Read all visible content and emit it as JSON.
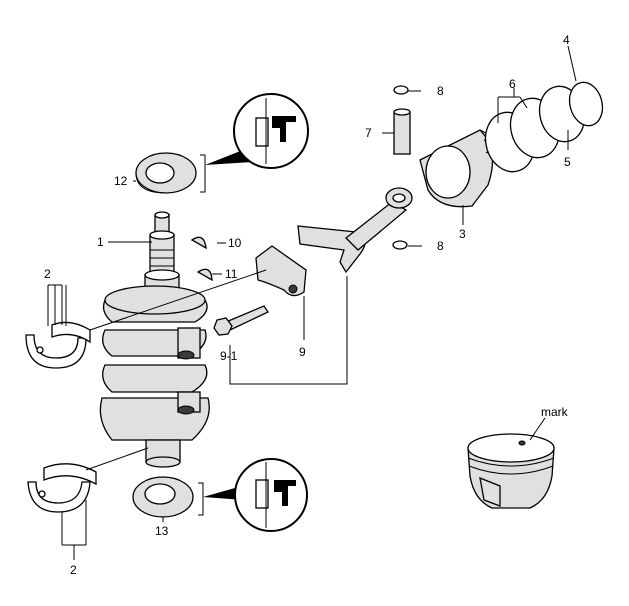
{
  "labels": {
    "l1": "1",
    "l2_top": "2",
    "l2_bottom": "2",
    "l3": "3",
    "l4": "4",
    "l5": "5",
    "l6": "6",
    "l7": "7",
    "l8_top": "8",
    "l8_bottom": "8",
    "l9": "9",
    "l9_1": "9-1",
    "l10": "10",
    "l11": "11",
    "l12": "12",
    "l13": "13",
    "mark": "mark"
  }
}
